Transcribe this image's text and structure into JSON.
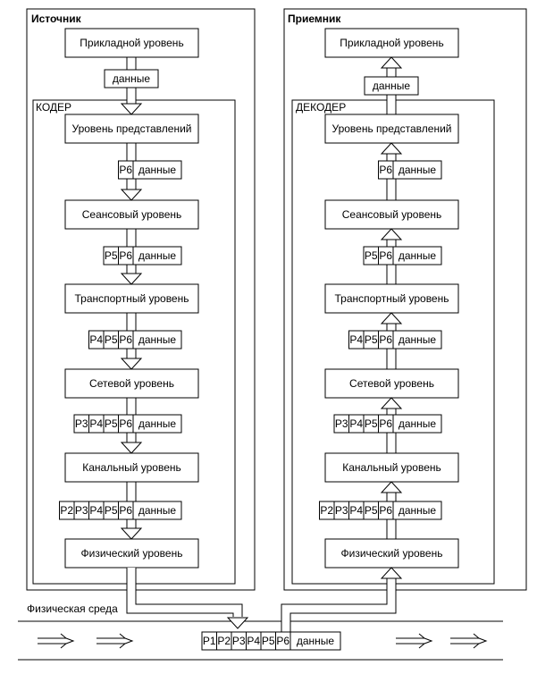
{
  "source": {
    "title": "Источник",
    "coder_label": "КОДЕР",
    "levels": [
      "Прикладной уровень",
      "Уровень представлений",
      "Сеансовый уровень",
      "Транспортный уровень",
      "Сетевой уровень",
      "Канальный уровень",
      "Физический уровень"
    ]
  },
  "receiver": {
    "title": "Приемник",
    "decoder_label": "ДЕКОДЕР",
    "levels": [
      "Прикладной уровень",
      "Уровень представлений",
      "Сеансовый уровень",
      "Транспортный уровень",
      "Сетевой уровень",
      "Канальный уровень",
      "Физический уровень"
    ]
  },
  "packets": [
    {
      "headers": [],
      "data": "данные"
    },
    {
      "headers": [
        "P6"
      ],
      "data": "данные"
    },
    {
      "headers": [
        "P5",
        "P6"
      ],
      "data": "данные"
    },
    {
      "headers": [
        "P4",
        "P5",
        "P6"
      ],
      "data": "данные"
    },
    {
      "headers": [
        "P3",
        "P4",
        "P5",
        "P6"
      ],
      "data": "данные"
    },
    {
      "headers": [
        "P2",
        "P3",
        "P4",
        "P5",
        "P6"
      ],
      "data": "данные"
    }
  ],
  "medium": {
    "label": "Физическая среда",
    "packet": {
      "headers": [
        "P1",
        "P2",
        "P3",
        "P4",
        "P5",
        "P6"
      ],
      "data": "данные"
    }
  }
}
